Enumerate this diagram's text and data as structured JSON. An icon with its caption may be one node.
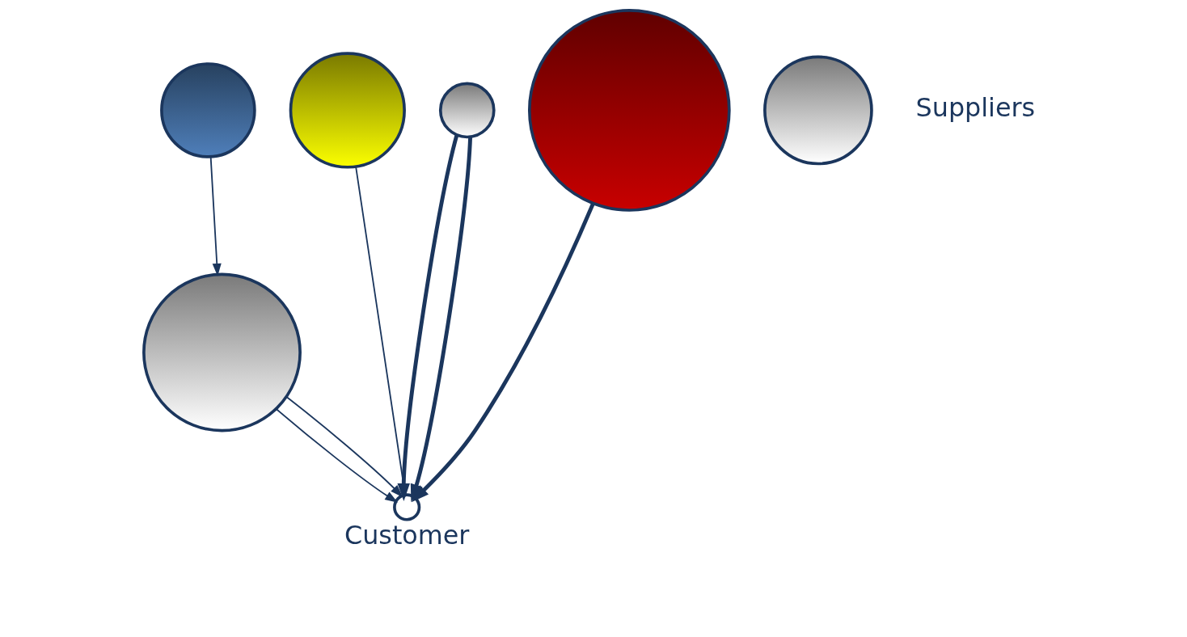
{
  "diagram": {
    "nodes": [
      {
        "text": [],
        "shape": "circle"
      },
      {
        "text": [],
        "shape": "circle"
      },
      {
        "text": [],
        "shape": "circle"
      },
      {
        "text": [],
        "shape": "circle"
      },
      {
        "text": [],
        "shape": "circle"
      },
      {
        "text": [],
        "shape": "circle"
      },
      {
        "text": [
          "Customer"
        ]
      }
    ],
    "edges": [
      {
        "from": 0,
        "to": 3,
        "arrow": "to"
      },
      {
        "from": 3,
        "to": 6,
        "arrow": "to"
      },
      {
        "from": 3,
        "to": 6,
        "arrow": "to"
      },
      {
        "from": 1,
        "to": 6,
        "arrow": "to"
      },
      {
        "from": 4,
        "to": 6,
        "arrow": "to",
        "style": "thick"
      },
      {
        "from": 4,
        "to": 6,
        "arrow": "to",
        "style": "thick"
      },
      {
        "from": 5,
        "to": 6,
        "arrow": "to",
        "style": "thick"
      }
    ],
    "labels": [
      "Suppliers"
    ]
  }
}
